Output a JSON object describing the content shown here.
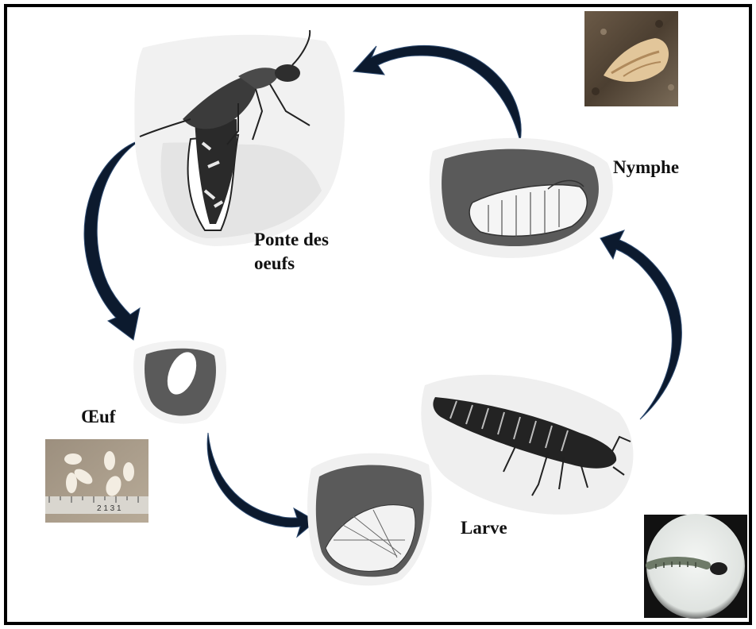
{
  "stages": {
    "ponte": "Ponte des oeufs",
    "nymphe": "Nymphe",
    "oeuf": "Œuf",
    "larve": "Larve"
  },
  "ruler_text": "2 1 3 1",
  "colors": {
    "arrow": "#0c1a2e",
    "oval_fill": "#5a5a5a",
    "frame": "#000000"
  }
}
